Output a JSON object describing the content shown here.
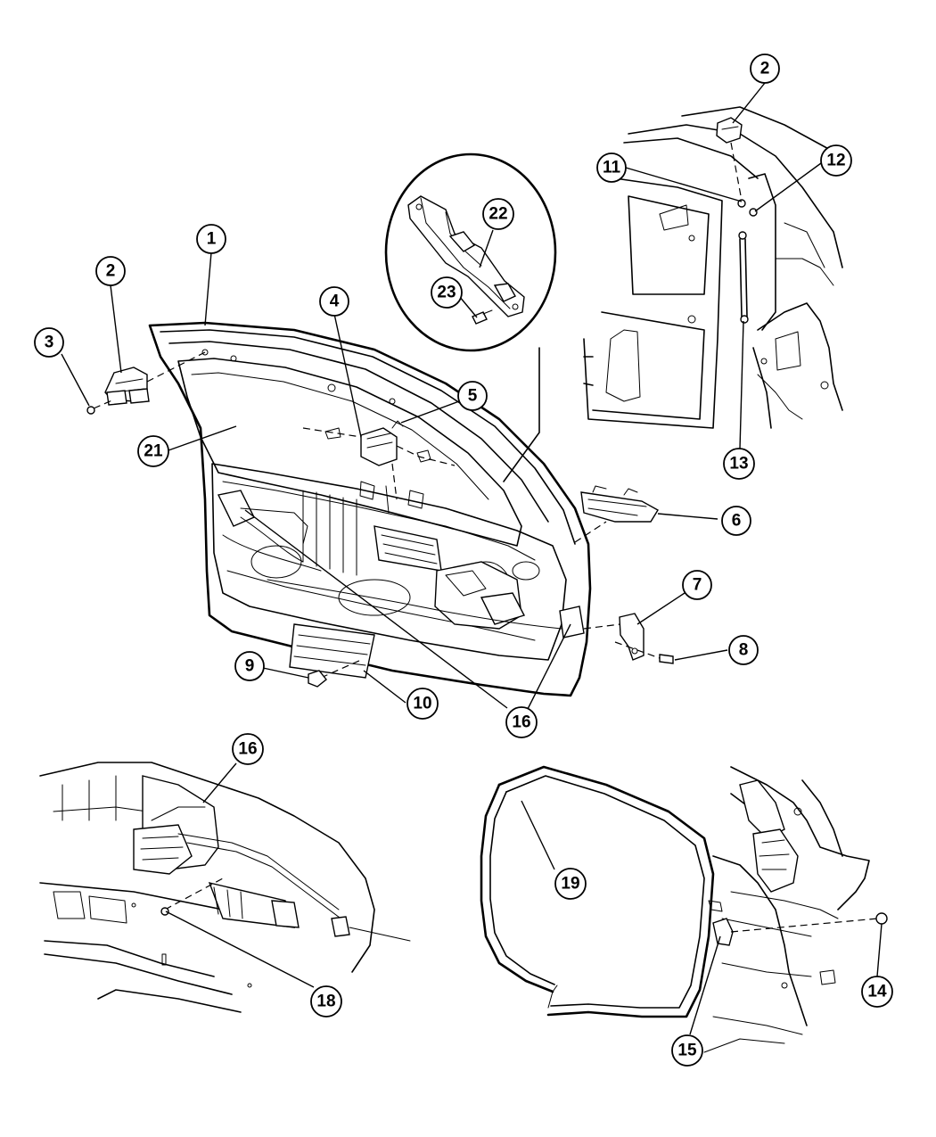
{
  "callouts": [
    {
      "id": "c1",
      "label": "1"
    },
    {
      "id": "c2a",
      "label": "2"
    },
    {
      "id": "c2b",
      "label": "2"
    },
    {
      "id": "c3",
      "label": "3"
    },
    {
      "id": "c4",
      "label": "4"
    },
    {
      "id": "c5",
      "label": "5"
    },
    {
      "id": "c6",
      "label": "6"
    },
    {
      "id": "c7",
      "label": "7"
    },
    {
      "id": "c8",
      "label": "8"
    },
    {
      "id": "c9",
      "label": "9"
    },
    {
      "id": "c10",
      "label": "10"
    },
    {
      "id": "c11",
      "label": "11"
    },
    {
      "id": "c12",
      "label": "12"
    },
    {
      "id": "c13",
      "label": "13"
    },
    {
      "id": "c14",
      "label": "14"
    },
    {
      "id": "c15",
      "label": "15"
    },
    {
      "id": "c16a",
      "label": "16"
    },
    {
      "id": "c16b",
      "label": "16"
    },
    {
      "id": "c18",
      "label": "18"
    },
    {
      "id": "c19",
      "label": "19"
    },
    {
      "id": "c21",
      "label": "21"
    },
    {
      "id": "c22",
      "label": "22"
    },
    {
      "id": "c23",
      "label": "23"
    }
  ]
}
